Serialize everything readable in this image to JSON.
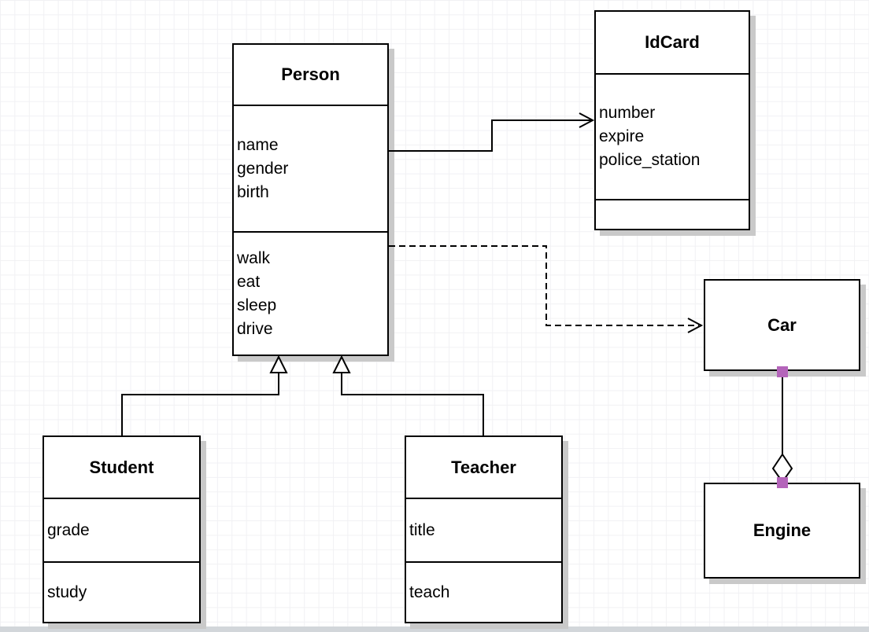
{
  "diagram": {
    "type": "uml-class-diagram",
    "classes": [
      {
        "name": "Person",
        "attributes": [
          "name",
          "gender",
          "birth"
        ],
        "methods": [
          "walk",
          "eat",
          "sleep",
          "drive"
        ]
      },
      {
        "name": "IdCard",
        "attributes": [
          "number",
          "expire",
          "police_station"
        ],
        "methods": []
      },
      {
        "name": "Car",
        "attributes": [],
        "methods": []
      },
      {
        "name": "Engine",
        "attributes": [],
        "methods": []
      },
      {
        "name": "Student",
        "attributes": [
          "grade"
        ],
        "methods": [
          "study"
        ]
      },
      {
        "name": "Teacher",
        "attributes": [
          "title"
        ],
        "methods": [
          "teach"
        ]
      }
    ],
    "relationships": [
      {
        "type": "association",
        "from": "Person",
        "to": "IdCard",
        "line": "solid",
        "arrow": "open"
      },
      {
        "type": "dependency",
        "from": "Person",
        "to": "Car",
        "line": "dashed",
        "arrow": "open"
      },
      {
        "type": "generalization",
        "from": "Student",
        "to": "Person",
        "line": "solid",
        "arrow": "hollow-triangle"
      },
      {
        "type": "generalization",
        "from": "Teacher",
        "to": "Person",
        "line": "solid",
        "arrow": "hollow-triangle"
      },
      {
        "type": "aggregation",
        "from": "Car",
        "to": "Engine",
        "line": "solid",
        "arrow": "hollow-diamond"
      }
    ],
    "colors": {
      "box_border": "#000000",
      "box_fill": "#ffffff",
      "box_shadow": "#c9c9c9",
      "selection_handle": "#b464ba",
      "grid_line": "#f1f1f4",
      "canvas_edge": "#d2d6da"
    }
  }
}
